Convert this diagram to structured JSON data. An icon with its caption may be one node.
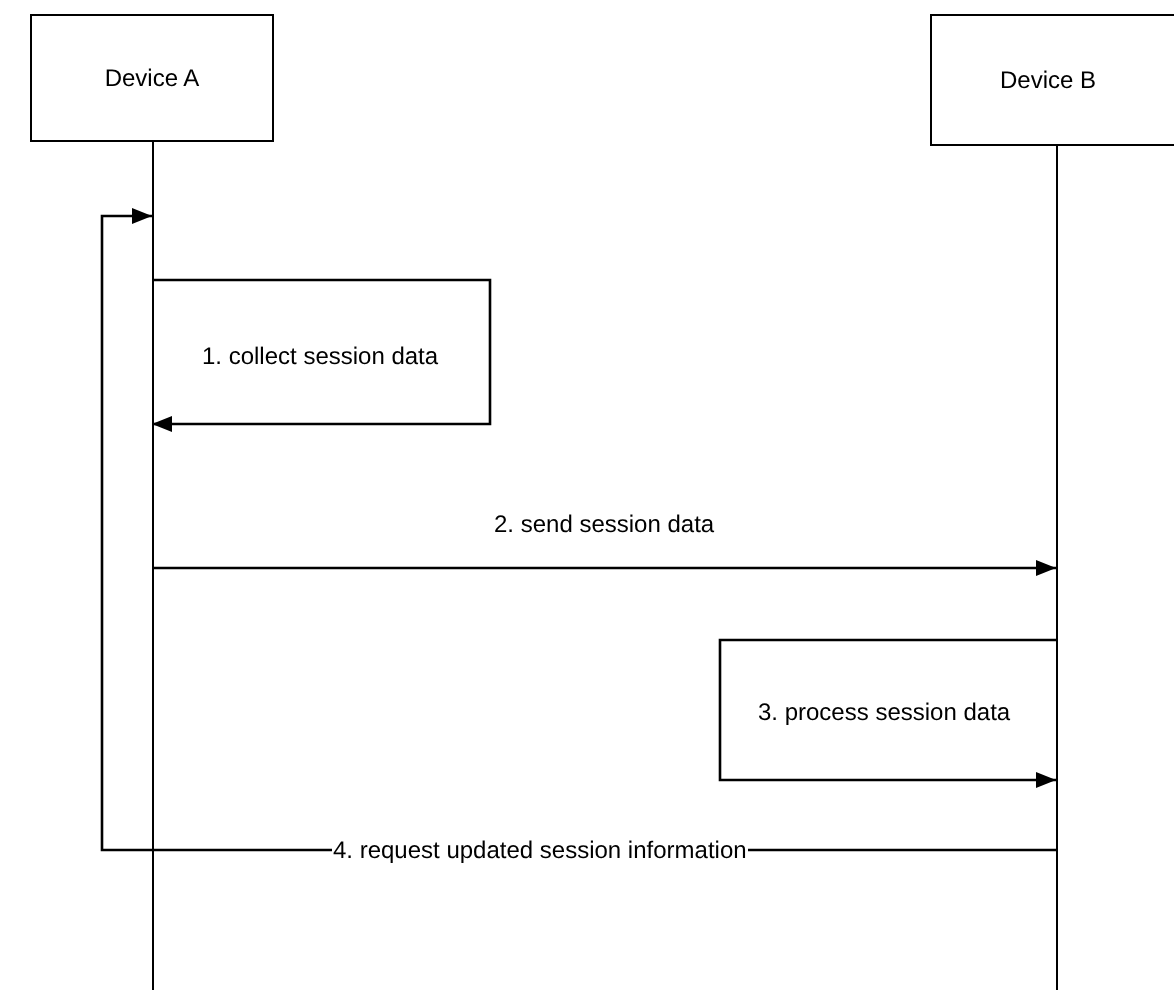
{
  "diagram": {
    "nodes": [
      {
        "text": [
          "Device A"
        ]
      },
      {
        "text": [
          "Device B"
        ]
      }
    ],
    "edges": [
      {
        "from": 0,
        "to": 0,
        "arrow": "to",
        "label": "1. collect session data"
      },
      {
        "from": 0,
        "to": 1,
        "arrow": "to",
        "label": "2. send session data"
      },
      {
        "from": 1,
        "to": 1,
        "arrow": "to",
        "label": "3. process session data"
      },
      {
        "from": 1,
        "to": 0,
        "arrow": "to",
        "label": "4. request updated session information"
      }
    ]
  }
}
